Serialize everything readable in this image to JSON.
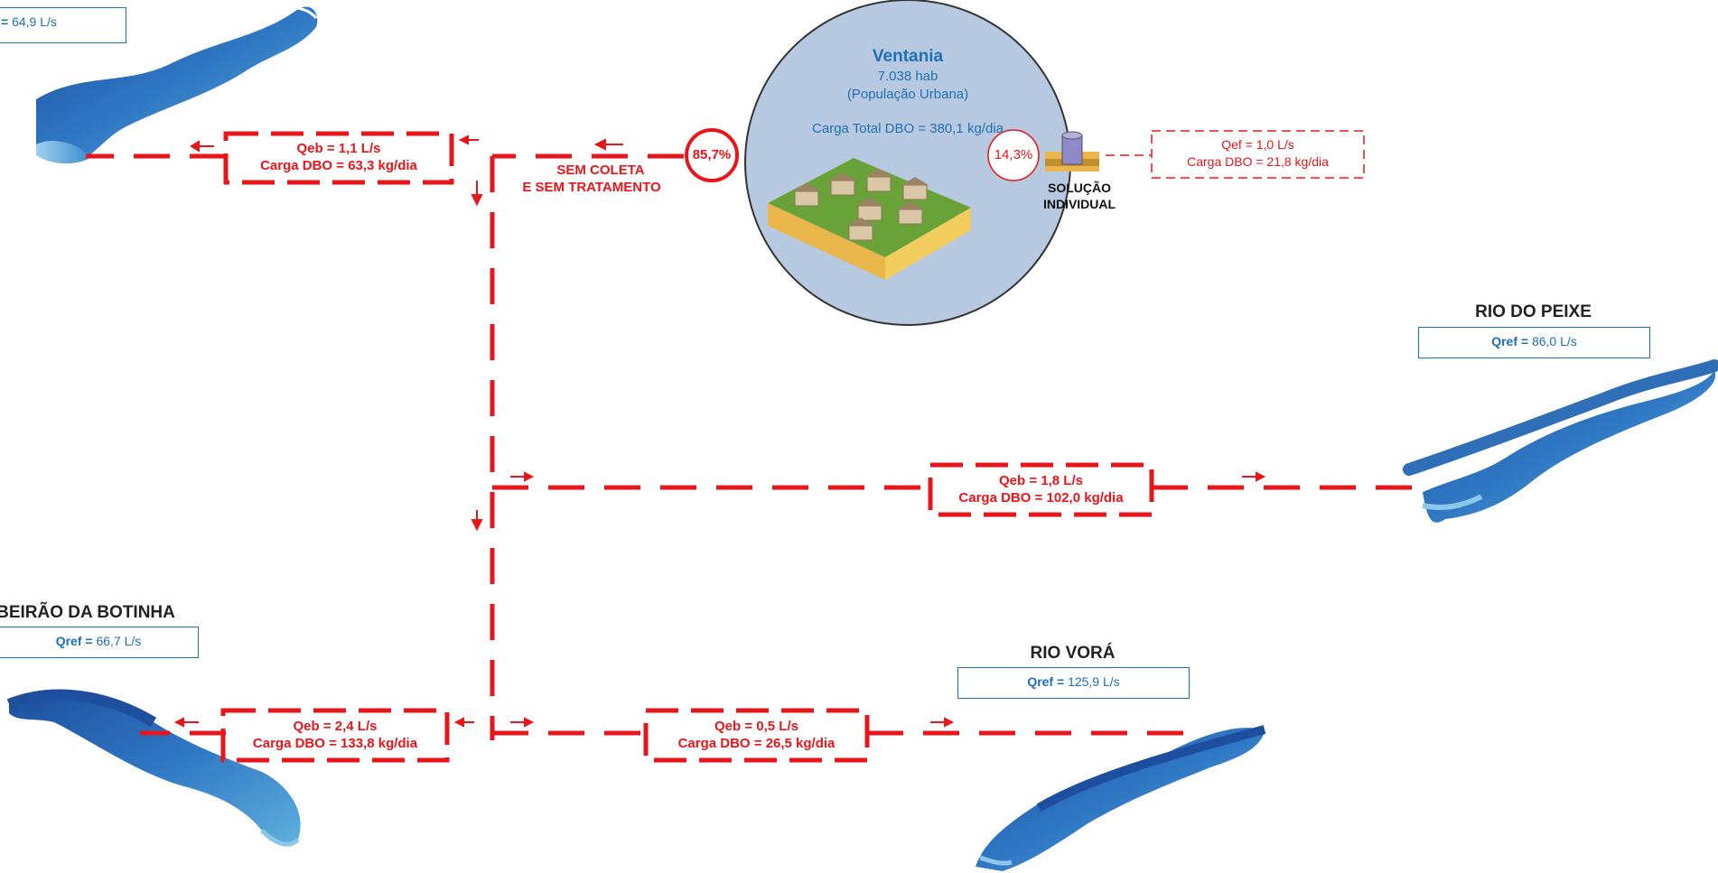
{
  "city": {
    "name": "Ventania",
    "population": "7.038 hab",
    "population_type": "(População Urbana)",
    "total_load": "Carga Total DBO = 380,1 kg/dia"
  },
  "untreated": {
    "percent": "85,7%",
    "label_line1": "SEM COLETA",
    "label_line2": "E SEM TRATAMENTO"
  },
  "individual": {
    "percent": "14,3%",
    "label_line1": "SOLUÇÃO",
    "label_line2": "INDIVIDUAL",
    "flow": "Qef = 1,0 L/s",
    "load": "Carga DBO = 21,8 kg/dia"
  },
  "discharges": [
    {
      "flow": "Qeb = 1,1 L/s",
      "load": "Carga DBO = 63,3 kg/dia"
    },
    {
      "flow": "Qeb = 1,8 L/s",
      "load": "Carga DBO = 102,0 kg/dia"
    },
    {
      "flow": "Qeb = 2,4 L/s",
      "load": "Carga DBO = 133,8 kg/dia"
    },
    {
      "flow": "Qeb = 0,5 L/s",
      "load": "Carga DBO = 26,5 kg/dia"
    }
  ],
  "rivers": [
    {
      "name": "",
      "qref_label": "= ",
      "qref_value": "64,9 L/s"
    },
    {
      "name": "RIO DO PEIXE",
      "qref_label": "Qref =",
      "qref_value": "86,0 L/s"
    },
    {
      "name": "BEIRÃO DA BOTINHA",
      "qref_label": "Qref =",
      "qref_value": "66,7 L/s"
    },
    {
      "name": "RIO VORÁ",
      "qref_label": "Qref =",
      "qref_value": "125,9 L/s"
    }
  ],
  "colors": {
    "flow_line": "#e8161b",
    "river_box": "#1f6fb5",
    "city_circle": "#b7c9e0",
    "river_water": "#2e6fb8"
  }
}
